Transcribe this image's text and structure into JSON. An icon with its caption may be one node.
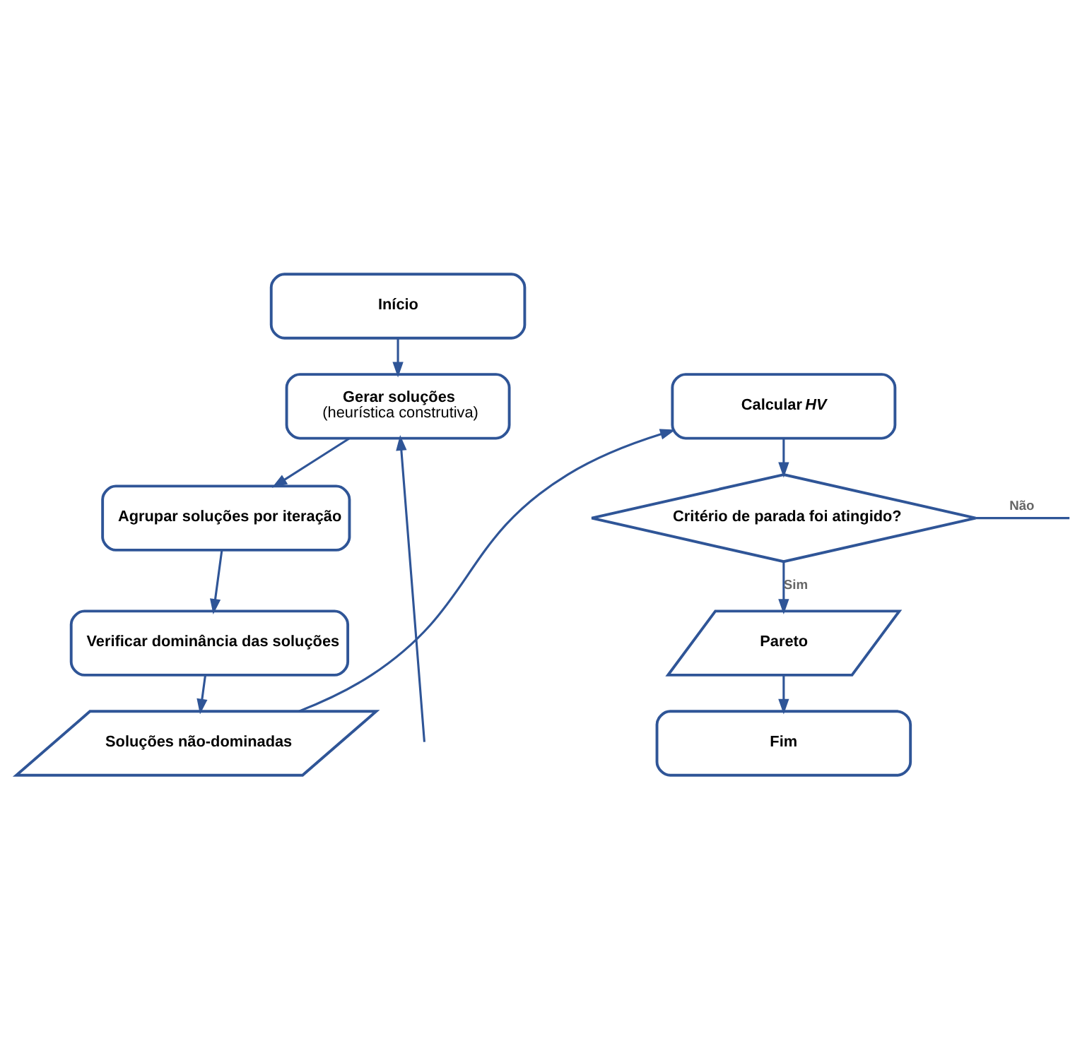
{
  "diagram": {
    "nodes": [
      {
        "text": [
          "Início"
        ]
      },
      {
        "text": [
          "Gerar soluções",
          "(heurística construtiva)"
        ]
      },
      {
        "text": [
          "Agrupar soluções por iteração"
        ]
      },
      {
        "text": [
          "Verificar dominância das soluções"
        ]
      },
      {
        "text": [
          "Soluções não-dominadas"
        ]
      },
      {
        "text": [
          "Calcular *HV*"
        ]
      },
      {
        "text": [
          "Critério de parada foi atingido?"
        ]
      },
      {
        "text": [
          "Pareto"
        ]
      },
      {
        "text": [
          "Fim"
        ]
      }
    ],
    "edges": [
      {
        "from": 0,
        "to": 1,
        "arrow": "to"
      },
      {
        "from": 1,
        "to": 2,
        "arrow": "to"
      },
      {
        "from": 2,
        "to": 3,
        "arrow": "to"
      },
      {
        "from": 3,
        "to": 4,
        "arrow": "to"
      },
      {
        "from": 4,
        "to": 5,
        "arrow": "to"
      },
      {
        "from": 5,
        "to": 6,
        "arrow": "to"
      },
      {
        "from": 6,
        "to": 7,
        "arrow": "to",
        "label": "Sim"
      },
      {
        "from": 7,
        "to": 8,
        "arrow": "to"
      },
      {
        "from": 6,
        "to": null,
        "arrow": "none",
        "label": "Não"
      },
      {
        "from": null,
        "to": 1,
        "arrow": "to"
      }
    ]
  }
}
